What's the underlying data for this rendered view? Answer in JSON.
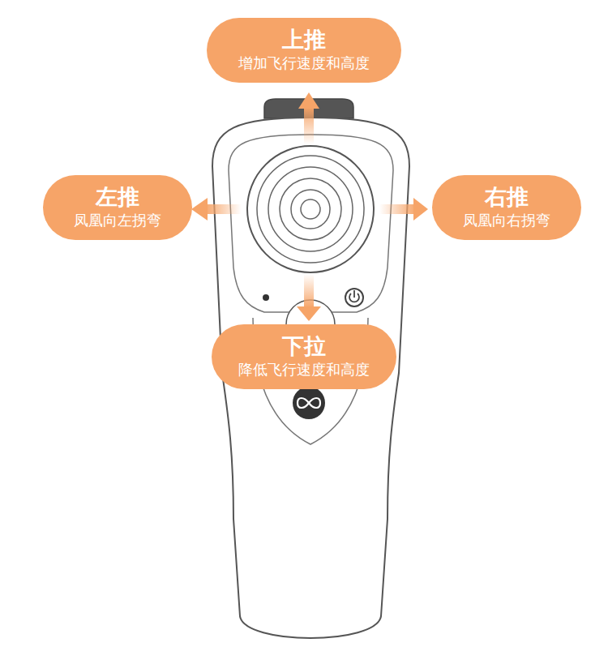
{
  "diagram": {
    "nodes": [
      {
        "text": [
          "上推",
          "增加飞行速度和高度"
        ]
      },
      {
        "text": [
          "左推",
          "凤凰向左拐弯"
        ]
      },
      {
        "text": [
          "右推",
          "凤凰向右拐弯"
        ]
      },
      {
        "text": [
          "下拉",
          "降低飞行速度和高度"
        ]
      }
    ]
  }
}
